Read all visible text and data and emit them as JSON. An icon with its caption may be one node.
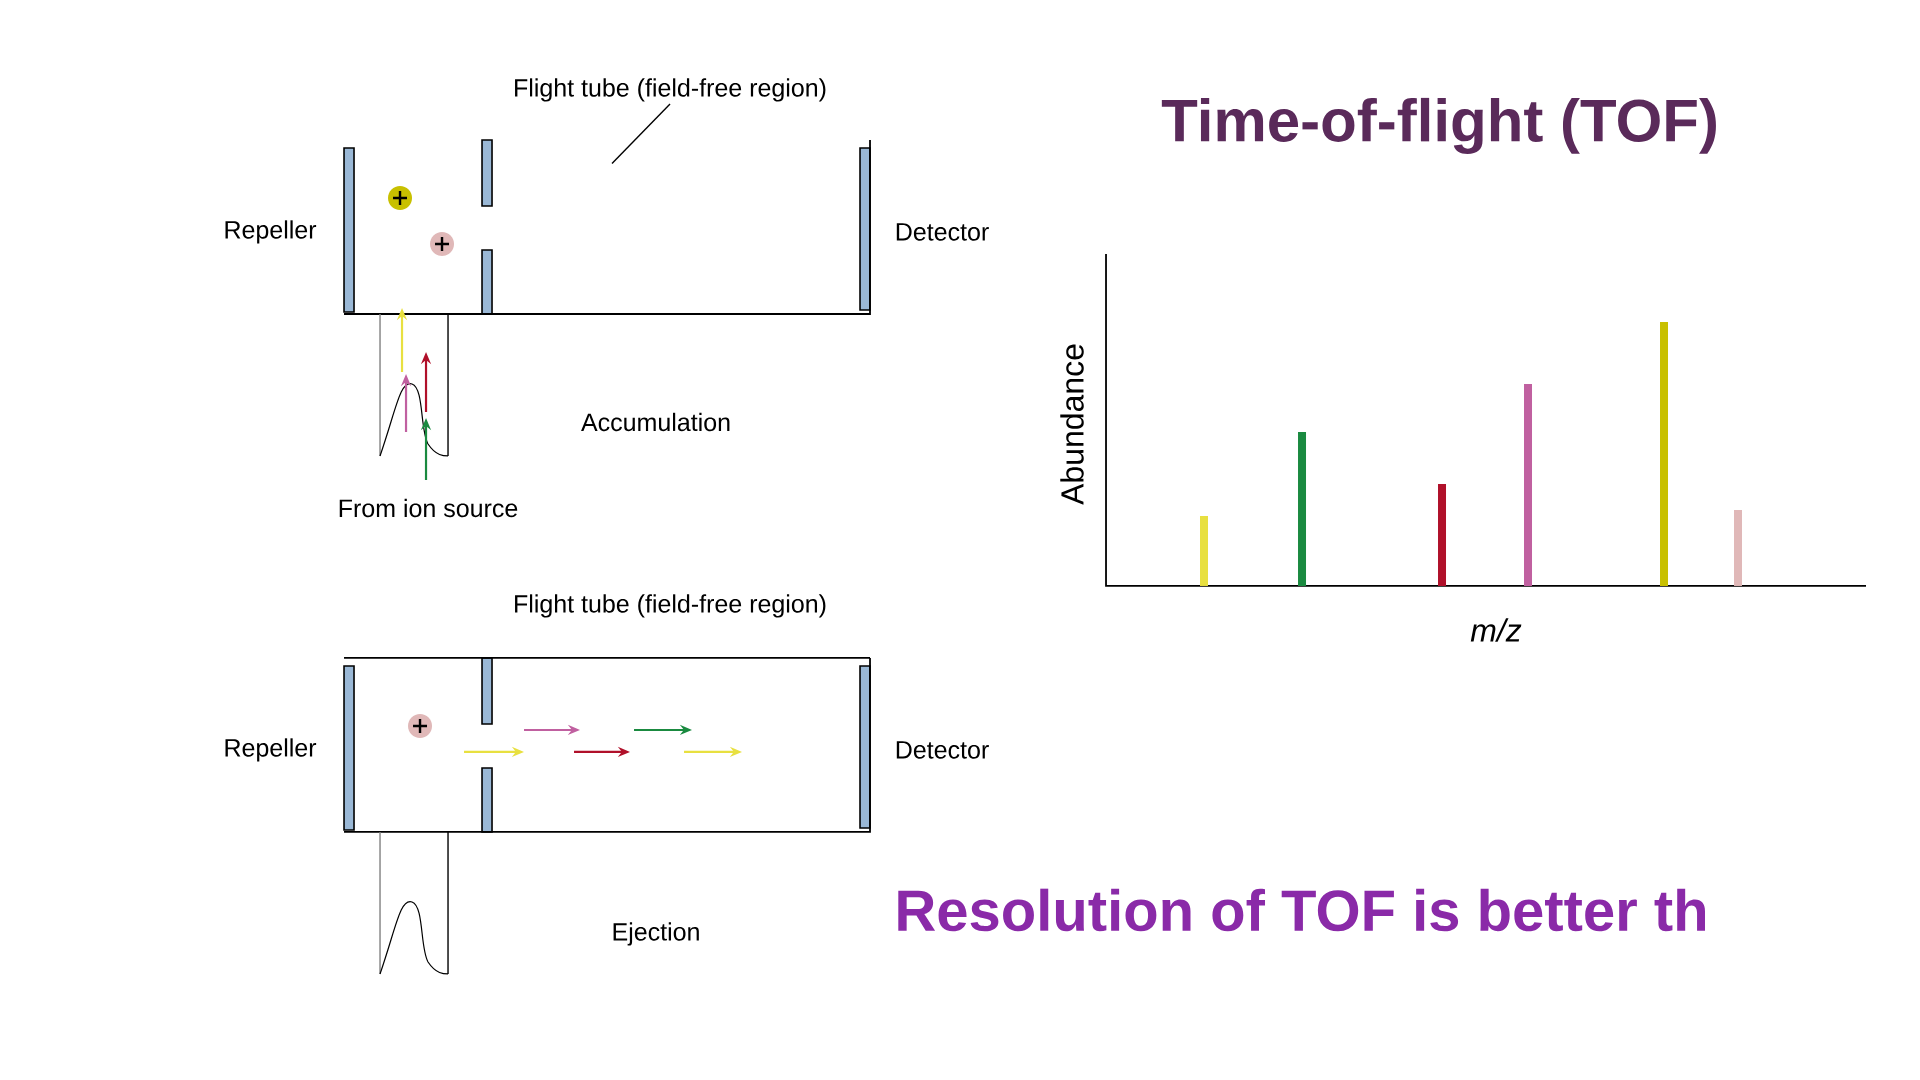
{
  "diagram": {
    "title": "Time-of-flight (TOF)",
    "nodes": [
      {
        "text": [
          "Flight tube (field-free region)"
        ]
      },
      {
        "text": [],
        "shape": "box"
      }
    ],
    "edges": [
      {
        "from": 0,
        "to": 1,
        "arrow": "none"
      }
    ],
    "labels": [
      "Repeller",
      "Detector",
      "Accumulation",
      "From ion source",
      "Flight tube (field-free region)",
      "Repeller",
      "Detector",
      "Ejection",
      "Abundance",
      "m/z",
      "Resolution of TOF is better th"
    ]
  }
}
